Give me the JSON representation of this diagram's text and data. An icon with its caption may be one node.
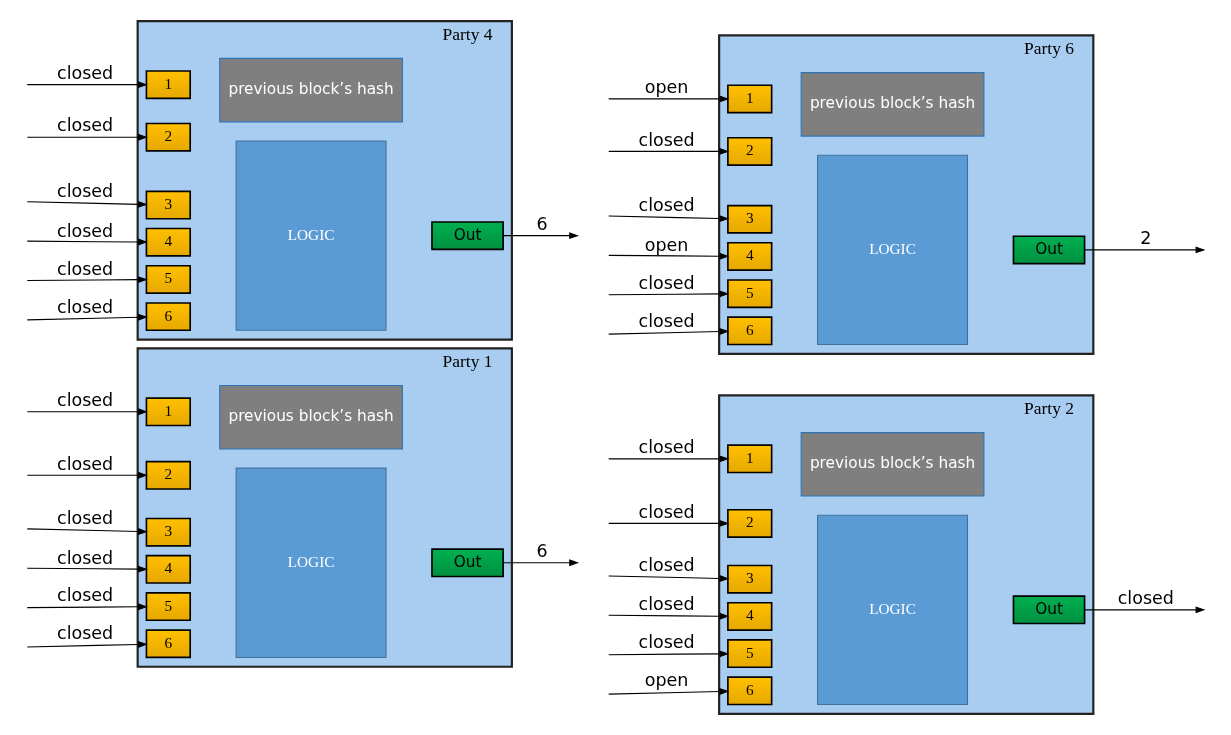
{
  "diagram": {
    "nodes": [
      {
        "text": [
          "Party 1"
        ]
      },
      {
        "text": [
          "1"
        ],
        "in": 0
      },
      {
        "text": [
          "2"
        ],
        "in": 0
      },
      {
        "text": [
          "3"
        ],
        "in": 0
      },
      {
        "text": [
          "4"
        ],
        "in": 0
      },
      {
        "text": [
          "5"
        ],
        "in": 0
      },
      {
        "text": [
          "6"
        ],
        "in": 0
      },
      {
        "text": [
          "LOGIC"
        ],
        "in": 0
      },
      {
        "text": [
          "previous block’s hash"
        ],
        "in": 0
      },
      {
        "text": [
          "Out"
        ],
        "in": 0
      },
      {
        "text": [
          "Party 2"
        ]
      },
      {
        "text": [
          "1"
        ],
        "in": 10
      },
      {
        "text": [
          "2"
        ],
        "in": 10
      },
      {
        "text": [
          "3"
        ],
        "in": 10
      },
      {
        "text": [
          "4"
        ],
        "in": 10
      },
      {
        "text": [
          "5"
        ],
        "in": 10
      },
      {
        "text": [
          "6"
        ],
        "in": 10
      },
      {
        "text": [
          "LOGIC"
        ],
        "in": 10
      },
      {
        "text": [
          "previous block’s hash"
        ],
        "in": 10
      },
      {
        "text": [
          "Out"
        ],
        "in": 10
      },
      {
        "text": [
          "Party 4"
        ]
      },
      {
        "text": [
          "1"
        ],
        "in": 20
      },
      {
        "text": [
          "2"
        ],
        "in": 20
      },
      {
        "text": [
          "3"
        ],
        "in": 20
      },
      {
        "text": [
          "4"
        ],
        "in": 20
      },
      {
        "text": [
          "5"
        ],
        "in": 20
      },
      {
        "text": [
          "6"
        ],
        "in": 20
      },
      {
        "text": [
          "LOGIC"
        ],
        "in": 20
      },
      {
        "text": [
          "previous block’s hash"
        ],
        "in": 20
      },
      {
        "text": [
          "Out"
        ],
        "in": 20
      },
      {
        "text": [
          "Party 6"
        ]
      },
      {
        "text": [
          "1"
        ],
        "in": 30
      },
      {
        "text": [
          "2"
        ],
        "in": 30
      },
      {
        "text": [
          "3"
        ],
        "in": 30
      },
      {
        "text": [
          "4"
        ],
        "in": 30
      },
      {
        "text": [
          "5"
        ],
        "in": 30
      },
      {
        "text": [
          "6"
        ],
        "in": 30
      },
      {
        "text": [
          "LOGIC"
        ],
        "in": 30
      },
      {
        "text": [
          "previous block’s hash"
        ],
        "in": 30
      },
      {
        "text": [
          "Out"
        ],
        "in": 30
      }
    ],
    "edges": [
      {
        "from": null,
        "to": 1,
        "arrow": "to",
        "label": "closed"
      },
      {
        "from": null,
        "to": 2,
        "arrow": "to",
        "label": "closed"
      },
      {
        "from": null,
        "to": 3,
        "arrow": "to",
        "label": "closed"
      },
      {
        "from": null,
        "to": 4,
        "arrow": "to",
        "label": "closed"
      },
      {
        "from": null,
        "to": 5,
        "arrow": "to",
        "label": "closed"
      },
      {
        "from": null,
        "to": 6,
        "arrow": "to",
        "label": "closed"
      },
      {
        "from": 9,
        "to": null,
        "arrow": "to",
        "label": "6"
      },
      {
        "from": null,
        "to": 11,
        "arrow": "to",
        "label": "closed"
      },
      {
        "from": null,
        "to": 12,
        "arrow": "to",
        "label": "closed"
      },
      {
        "from": null,
        "to": 13,
        "arrow": "to",
        "label": "closed"
      },
      {
        "from": null,
        "to": 14,
        "arrow": "to",
        "label": "closed"
      },
      {
        "from": null,
        "to": 15,
        "arrow": "to",
        "label": "closed"
      },
      {
        "from": null,
        "to": 16,
        "arrow": "to",
        "label": "open"
      },
      {
        "from": 19,
        "to": null,
        "arrow": "to",
        "label": "closed"
      },
      {
        "from": null,
        "to": 21,
        "arrow": "to",
        "label": "closed"
      },
      {
        "from": null,
        "to": 22,
        "arrow": "to",
        "label": "closed"
      },
      {
        "from": null,
        "to": 23,
        "arrow": "to",
        "label": "closed"
      },
      {
        "from": null,
        "to": 24,
        "arrow": "to",
        "label": "closed"
      },
      {
        "from": null,
        "to": 25,
        "arrow": "to",
        "label": "closed"
      },
      {
        "from": null,
        "to": 26,
        "arrow": "to",
        "label": "closed"
      },
      {
        "from": 29,
        "to": null,
        "arrow": "to",
        "label": "6"
      },
      {
        "from": null,
        "to": 31,
        "arrow": "to",
        "label": "open"
      },
      {
        "from": null,
        "to": 32,
        "arrow": "to",
        "label": "closed"
      },
      {
        "from": null,
        "to": 33,
        "arrow": "to",
        "label": "closed"
      },
      {
        "from": null,
        "to": 34,
        "arrow": "to",
        "label": "open"
      },
      {
        "from": null,
        "to": 35,
        "arrow": "to",
        "label": "closed"
      },
      {
        "from": null,
        "to": 36,
        "arrow": "to",
        "label": "closed"
      },
      {
        "from": 39,
        "to": null,
        "arrow": "to",
        "label": "2"
      }
    ]
  }
}
